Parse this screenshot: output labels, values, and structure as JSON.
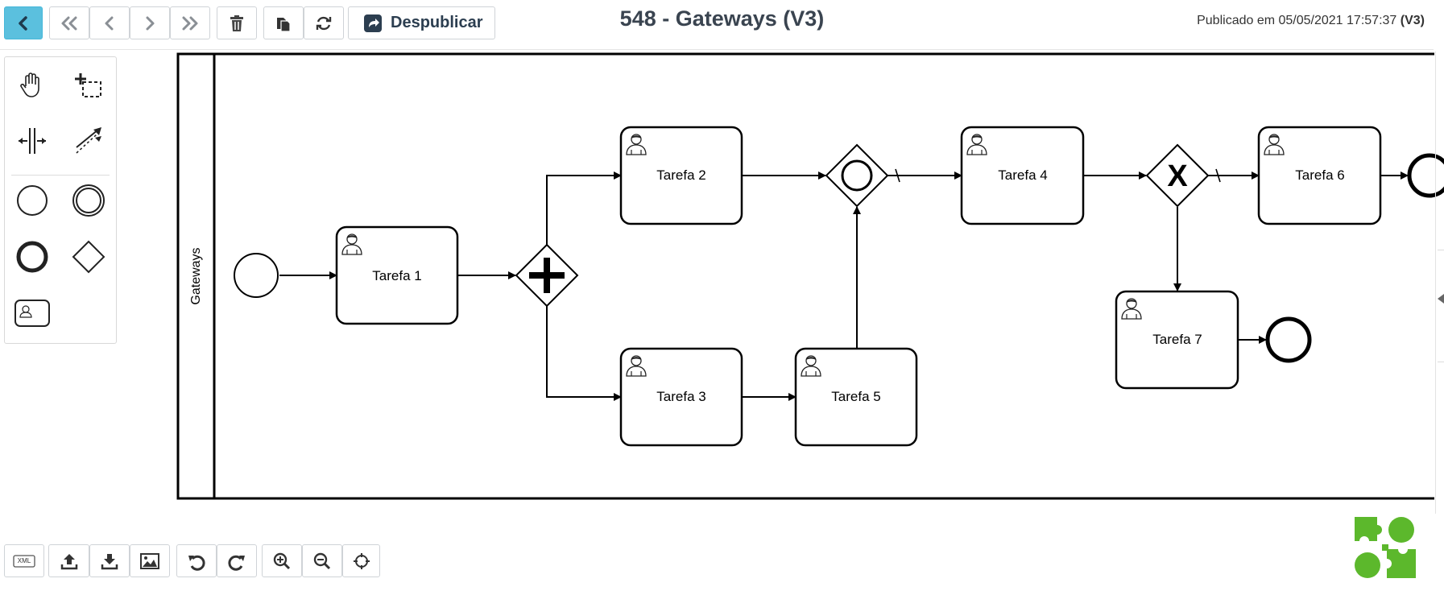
{
  "toolbar": {
    "back_icon": "chevron-left-icon",
    "first_icon": "double-chevron-left-icon",
    "prev_icon": "chevron-left-icon",
    "next_icon": "chevron-right-icon",
    "last_icon": "double-chevron-right-icon",
    "delete_icon": "trash-icon",
    "copy_icon": "copy-icon",
    "refresh_icon": "refresh-icon",
    "unpublish_label": "Despublicar",
    "accent_color": "#5bc0de"
  },
  "header": {
    "title": "548 - Gateways (V3)",
    "published_text": "Publicado em 05/05/2021 17:57:37",
    "version_badge": "(V3)"
  },
  "palette": {
    "tools": [
      "hand-tool",
      "lasso-tool",
      "space-tool",
      "connection-tool",
      "start-event",
      "intermediate-event",
      "end-event",
      "gateway",
      "user-task"
    ]
  },
  "diagram": {
    "lane_label": "Gateways",
    "tasks": {
      "t1": "Tarefa 1",
      "t2": "Tarefa 2",
      "t3": "Tarefa 3",
      "t4": "Tarefa 4",
      "t5": "Tarefa 5",
      "t6": "Tarefa 6",
      "t7": "Tarefa 7"
    },
    "gateways": {
      "parallel": "parallel-gateway",
      "inclusive": "inclusive-gateway",
      "exclusive": "exclusive-gateway",
      "exclusive_marker": "X"
    }
  },
  "bottom_toolbar": {
    "xml_label": "XML",
    "buttons": [
      "xml-icon",
      "upload-icon",
      "download-icon",
      "image-icon",
      "undo-icon",
      "redo-icon",
      "zoom-in-icon",
      "zoom-out-icon",
      "center-icon"
    ]
  },
  "brand": {
    "logo_color": "#5cb82c"
  }
}
